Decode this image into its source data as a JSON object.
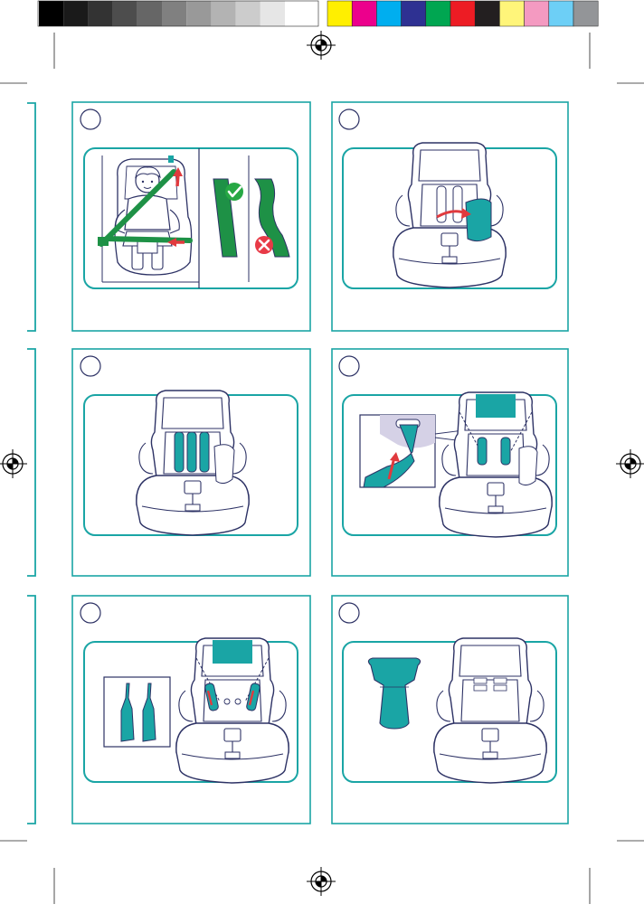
{
  "page": {
    "background": "#ffffff"
  },
  "colors": {
    "accent_teal": "#1aa5a5",
    "teal_dark": "#128c8c",
    "line_navy": "#2d3265",
    "belt_green": "#1e9146",
    "arrow_red": "#e03a3e",
    "ok_green": "#27a844",
    "no_red": "#e83a47",
    "clip_lilac": "#d5d1e6"
  },
  "color_bar": {
    "gray_swatches": [
      "#000000",
      "#1a1a1a",
      "#333333",
      "#4d4d4d",
      "#666666",
      "#808080",
      "#999999",
      "#b3b3b3",
      "#cccccc",
      "#e6e6e6",
      "#ffffff"
    ],
    "color_swatches": [
      "#ffef00",
      "#ec008c",
      "#00aeef",
      "#2e3192",
      "#00a651",
      "#ed1c24",
      "#231f20",
      "#fff57a",
      "#f49ac1",
      "#6dcff6",
      "#939598"
    ]
  },
  "registration_marks": [
    "registration-mark-top",
    "registration-mark-left",
    "registration-mark-right",
    "registration-mark-bottom"
  ],
  "panels": [
    {
      "id": "step-1",
      "badge_icon": "step-circle",
      "illustration": "child-seated-with-vehicle-belt",
      "indicators": [
        "check-icon",
        "cross-icon"
      ]
    },
    {
      "id": "step-2",
      "badge_icon": "step-circle",
      "illustration": "harness-pads-rotated-aside"
    },
    {
      "id": "step-3",
      "badge_icon": "step-circle",
      "illustration": "harness-pads-front-view"
    },
    {
      "id": "step-4",
      "badge_icon": "step-circle",
      "illustration": "shoulder-strap-routed-through-slot"
    },
    {
      "id": "step-5",
      "badge_icon": "step-circle",
      "illustration": "harness-pads-removed"
    },
    {
      "id": "step-6",
      "badge_icon": "step-circle",
      "illustration": "headrest-cushion-removed"
    }
  ]
}
